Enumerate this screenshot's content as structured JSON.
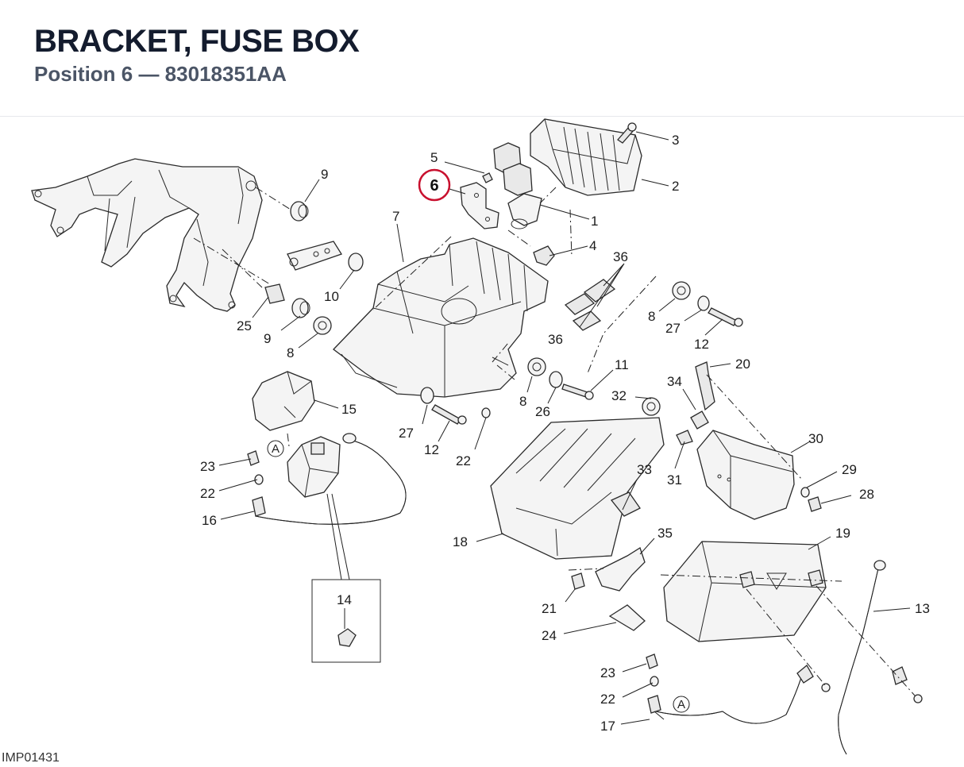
{
  "header": {
    "title": "BRACKET, FUSE BOX",
    "subtitle": "Position 6 — 83018351AA"
  },
  "highlight": {
    "number": "6",
    "color": "#c8102e"
  },
  "callouts": [
    "1",
    "2",
    "3",
    "4",
    "5",
    "7",
    "8",
    "8",
    "8",
    "9",
    "9",
    "10",
    "11",
    "12",
    "12",
    "13",
    "14",
    "15",
    "16",
    "17",
    "18",
    "19",
    "20",
    "21",
    "22",
    "22",
    "22",
    "23",
    "23",
    "24",
    "25",
    "26",
    "27",
    "27",
    "28",
    "29",
    "30",
    "31",
    "32",
    "33",
    "34",
    "35",
    "36",
    "36"
  ],
  "connector_refs": [
    "A",
    "A"
  ],
  "footer": {
    "image_code": "IMP01431"
  }
}
